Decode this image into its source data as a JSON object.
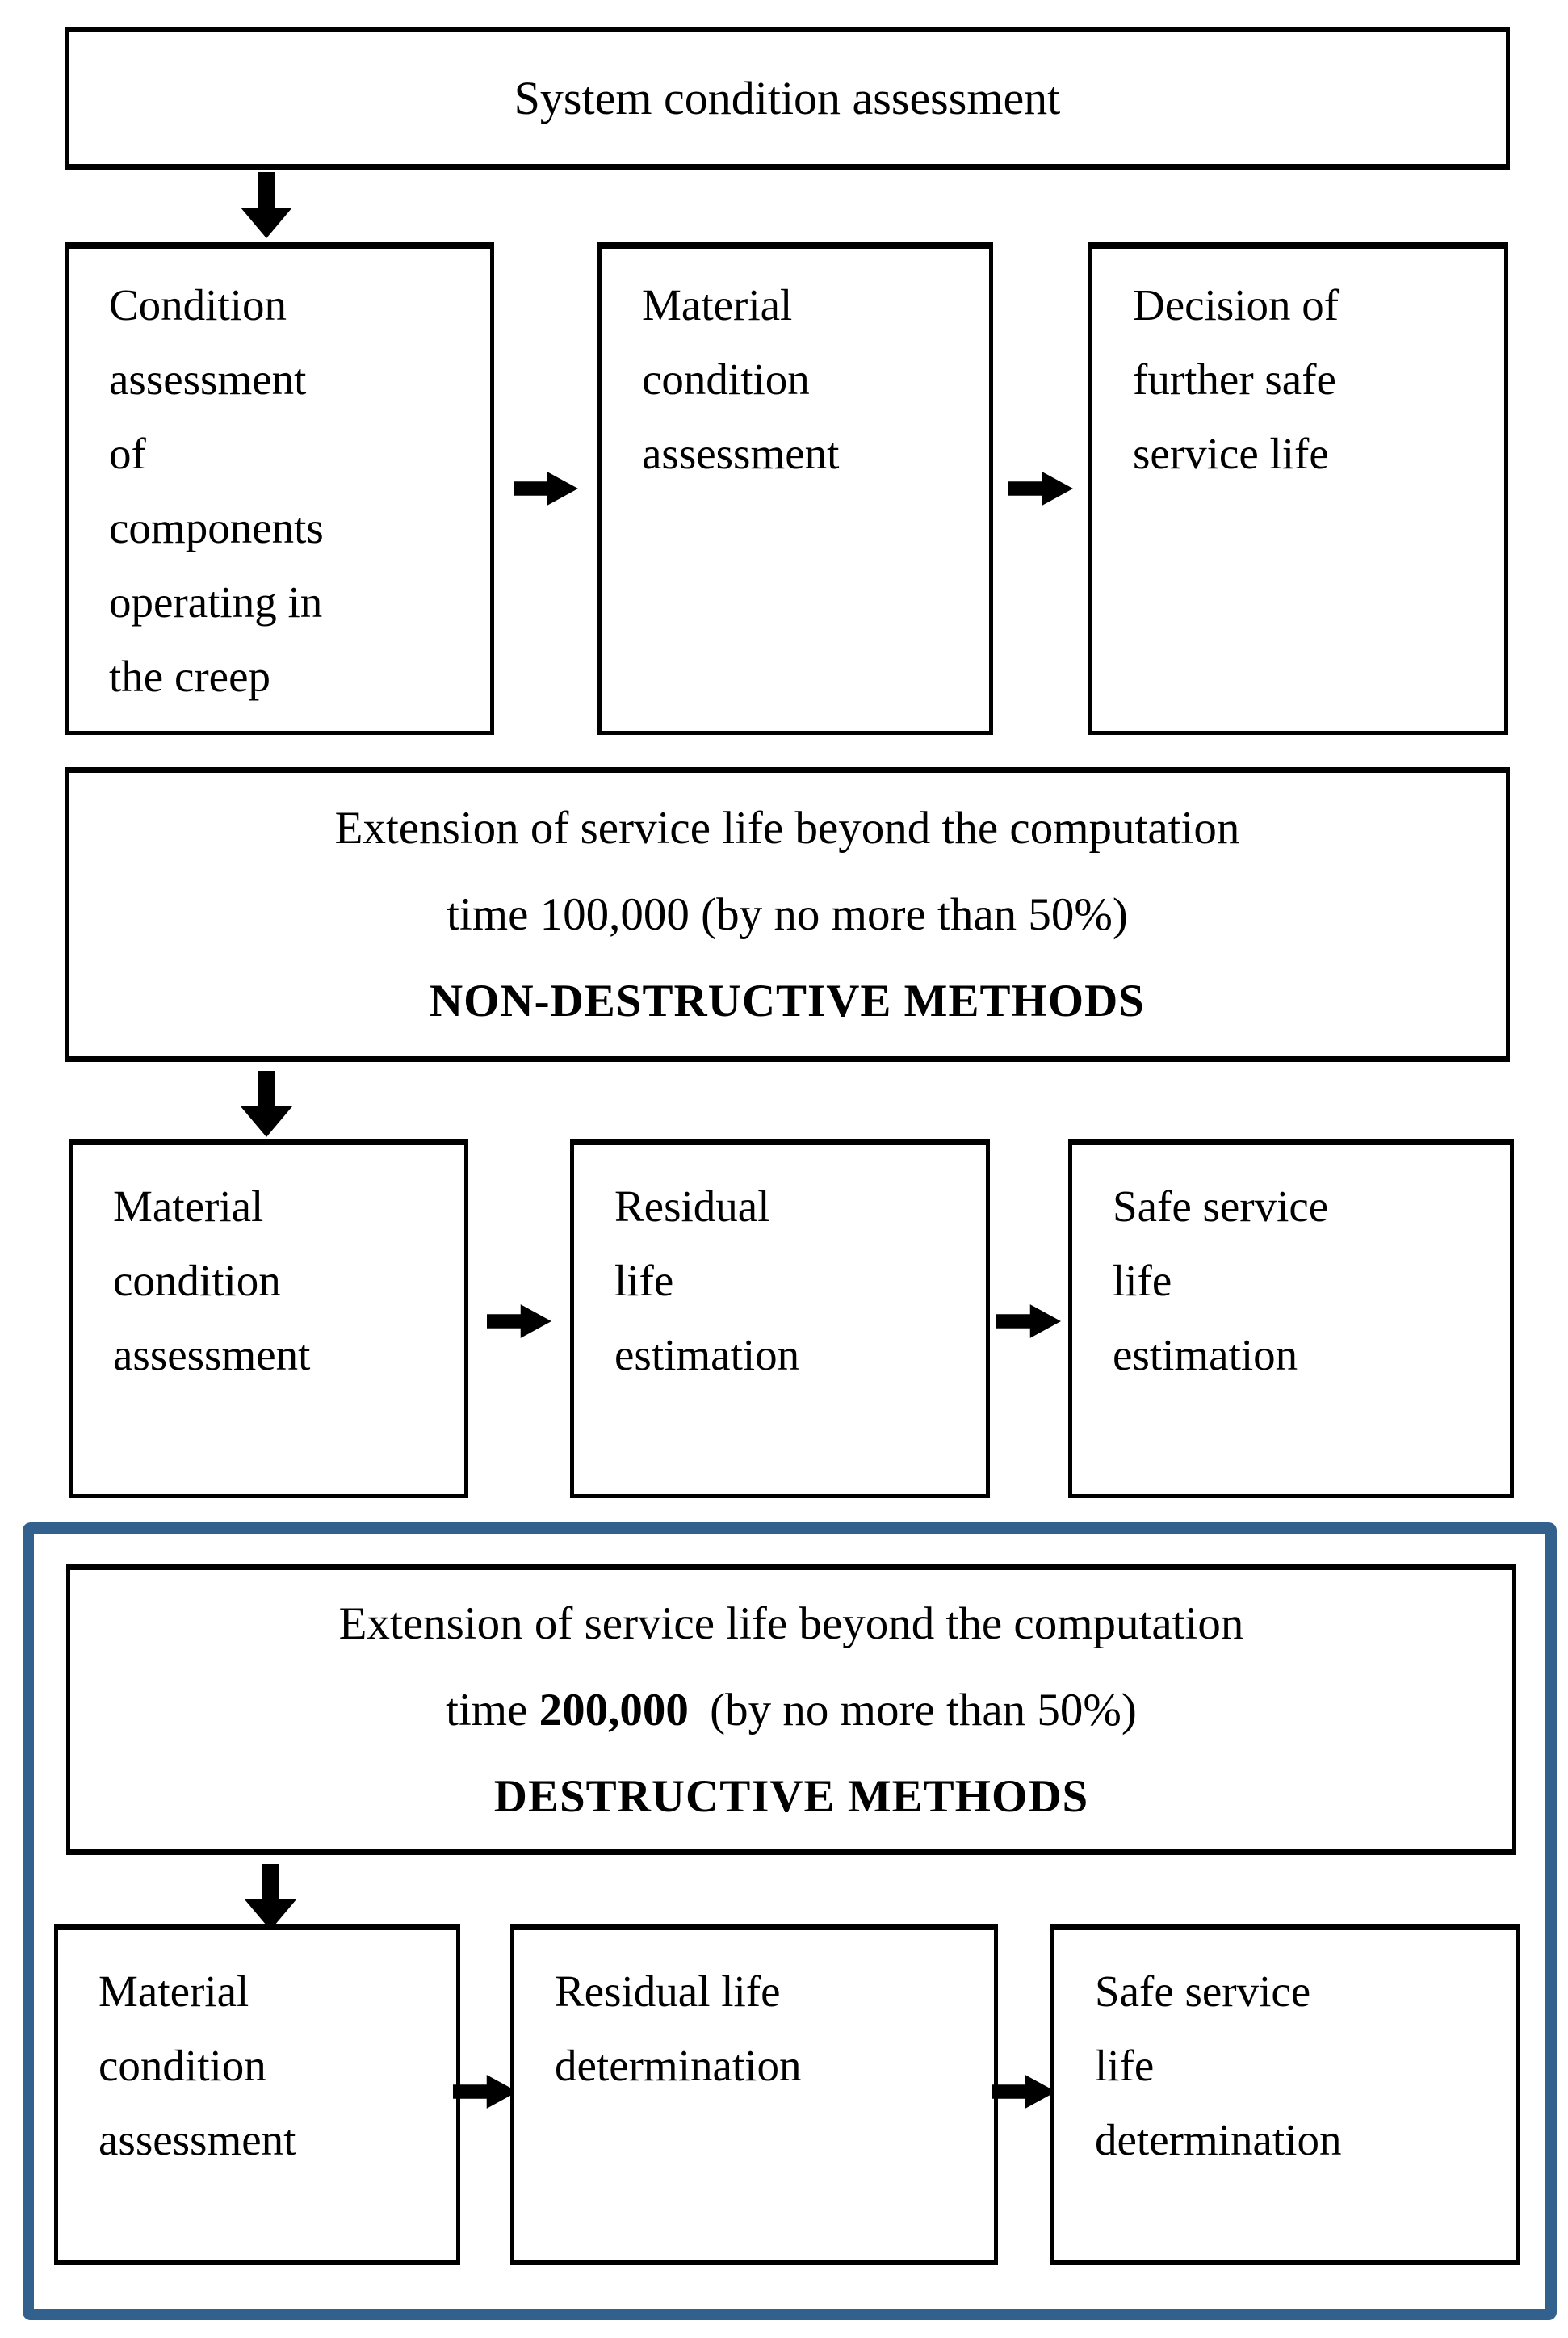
{
  "colors": {
    "background": "#ffffff",
    "box_border": "#000000",
    "text": "#000000",
    "highlight_border": "#31618c"
  },
  "diagram": {
    "top_box": "System condition assessment",
    "row1": [
      {
        "lines": [
          "Condition",
          "assessment",
          "of",
          "components",
          "operating in",
          "the creep"
        ]
      },
      {
        "lines": [
          "Material",
          "condition",
          "assessment"
        ]
      },
      {
        "lines": [
          "Decision of",
          "further safe",
          "service life"
        ]
      }
    ],
    "band1": {
      "line1": "Extension of service life beyond the computation",
      "line2_pre": "time ",
      "line2_value": "100,000",
      "line2_post": " (by no more than 50%)",
      "line3": "NON-DESTRUCTIVE METHODS"
    },
    "row2": [
      {
        "lines": [
          "Material",
          "condition",
          "assessment"
        ]
      },
      {
        "lines": [
          "Residual",
          "life",
          "estimation"
        ]
      },
      {
        "lines": [
          "Safe service",
          "life",
          "estimation"
        ]
      }
    ],
    "band2": {
      "line1": "Extension of service life beyond the computation",
      "line2_pre": "time ",
      "line2_value": "200,000",
      "line2_post": " (by no more than 50%)",
      "line3": "DESTRUCTIVE METHODS"
    },
    "row3": [
      {
        "lines": [
          "Material",
          "condition",
          "assessment"
        ]
      },
      {
        "lines": [
          "Residual life",
          "determination"
        ]
      },
      {
        "lines": [
          "Safe service",
          "life",
          "determination"
        ]
      }
    ]
  }
}
